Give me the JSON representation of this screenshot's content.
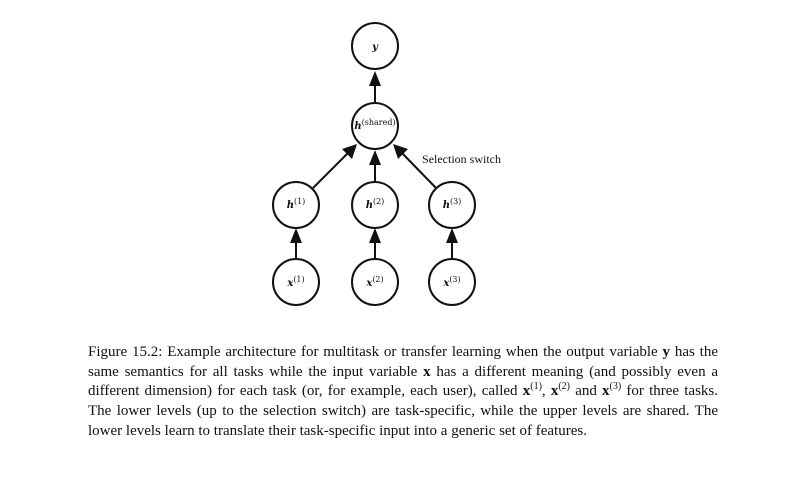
{
  "diagram": {
    "nodes": {
      "y": {
        "label": "y",
        "sup": ""
      },
      "h_shared": {
        "label": "h",
        "sup": "(shared)"
      },
      "h1": {
        "label": "h",
        "sup": "(1)"
      },
      "h2": {
        "label": "h",
        "sup": "(2)"
      },
      "h3": {
        "label": "h",
        "sup": "(3)"
      },
      "x1": {
        "label": "x",
        "sup": "(1)"
      },
      "x2": {
        "label": "x",
        "sup": "(2)"
      },
      "x3": {
        "label": "x",
        "sup": "(3)"
      }
    },
    "annotation": "Selection switch"
  },
  "caption": {
    "figure_label": "Figure 15.2:",
    "p1": " Example architecture for multitask or transfer learning when the output variable ",
    "v_y": "y",
    "p2": " has the same semantics for all tasks while the input variable ",
    "v_x": "x",
    "p3": " has a different meaning (and possibly even a different dimension) for each task (or, for example, each user), called ",
    "x1_base": "x",
    "x1_sup": "(1)",
    "sep1": ", ",
    "x2_base": "x",
    "x2_sup": "(2)",
    "sep2": " and ",
    "x3_base": "x",
    "x3_sup": "(3)",
    "p4": " for three tasks. The lower levels (up to the selection switch) are task-specific, while the upper levels are shared. The lower levels learn to translate their task-specific input into a generic set of features."
  }
}
